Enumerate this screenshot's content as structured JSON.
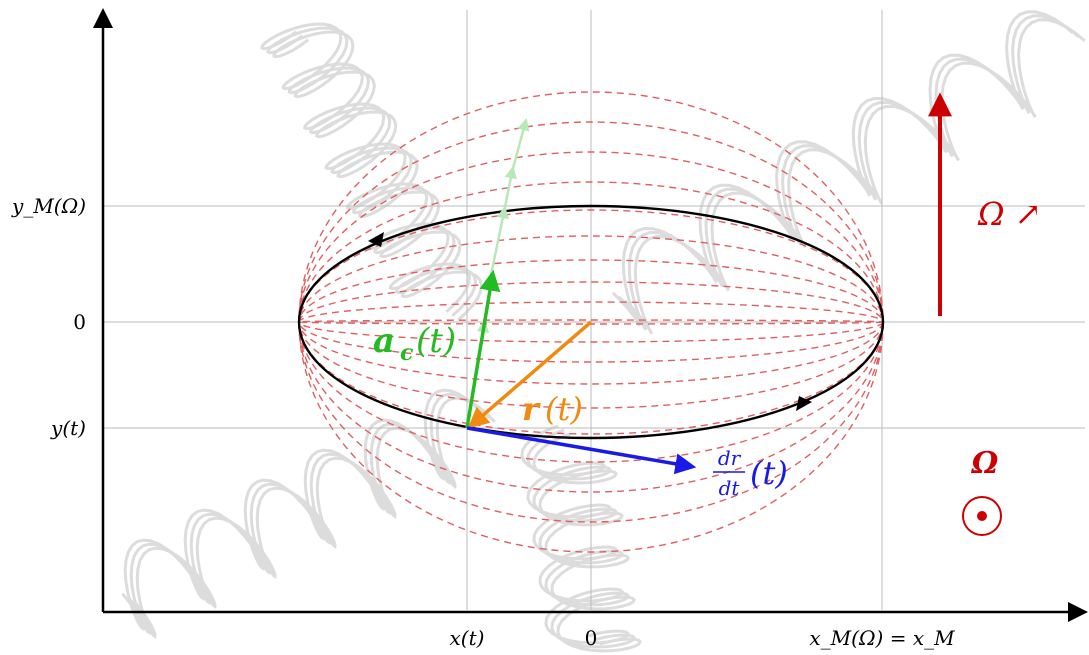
{
  "axes": {
    "x_ticks": [
      {
        "id": "xt",
        "label": "x(t)"
      },
      {
        "id": "x0",
        "label": "0"
      },
      {
        "id": "xm",
        "label": "x_M(Ω) = x_M"
      }
    ],
    "y_ticks": [
      {
        "id": "ym",
        "label": "y_M(Ω)"
      },
      {
        "id": "y0",
        "label": "0"
      },
      {
        "id": "yt",
        "label": "y(t)"
      }
    ]
  },
  "vectors": {
    "acceleration": {
      "symbol": "a",
      "subscript": "c",
      "arg": "(t)",
      "color": "#22bb22"
    },
    "position": {
      "symbol": "r",
      "arg": "(t)",
      "color": "#f08a10"
    },
    "velocity": {
      "num": "dr",
      "den": "dt",
      "arg": "(t)",
      "color": "#1a1ae6"
    }
  },
  "rotation": {
    "label": "Ω ↗",
    "bold_label": "Ω",
    "symbol": "⊙",
    "color": "#cc0000"
  },
  "colors": {
    "orbit": "#000000",
    "dashed_ellipses": "#e06060",
    "grid": "#bbbbbb",
    "spring": "#d0d0d0"
  }
}
